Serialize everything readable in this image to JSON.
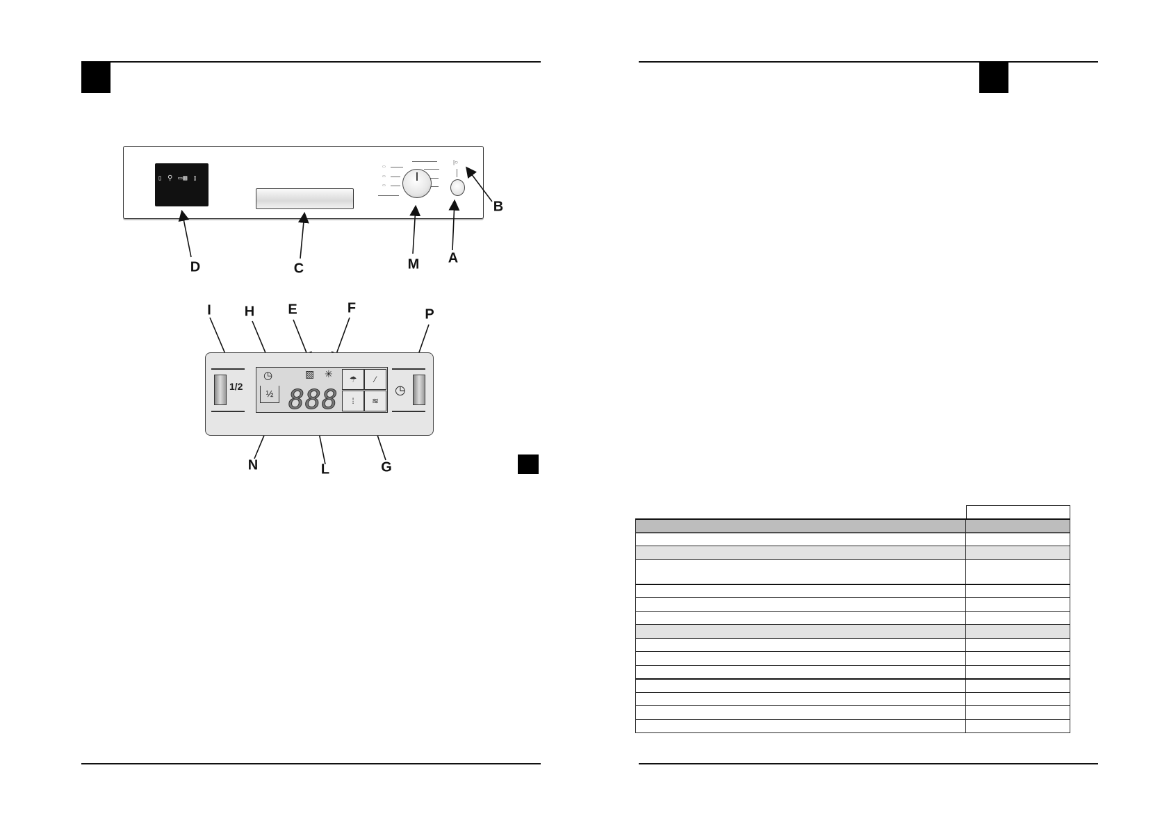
{
  "callouts": {
    "panel": {
      "D": "D",
      "C": "C",
      "M": "M",
      "A": "A",
      "B": "B"
    },
    "display": {
      "I": "I",
      "H": "H",
      "E": "E",
      "F": "F",
      "P": "P",
      "N": "N",
      "L": "L",
      "G": "G"
    }
  },
  "display": {
    "digits": "888",
    "half_load_symbol": "1/2",
    "quads": [
      "☂",
      "⁄",
      "⁞",
      "≋"
    ]
  },
  "mini_display": {
    "glyphs": "▯ ⚲ ▭▦ ▯"
  },
  "table": {
    "rows": [
      {
        "style": "dark"
      },
      {
        "style": "white"
      },
      {
        "style": "light"
      },
      {
        "style": "white-tall"
      },
      {
        "style": "white-thick"
      },
      {
        "style": "white"
      },
      {
        "style": "white"
      },
      {
        "style": "light"
      },
      {
        "style": "white"
      },
      {
        "style": "white"
      },
      {
        "style": "white"
      },
      {
        "style": "white-thick"
      },
      {
        "style": "white"
      },
      {
        "style": "white"
      },
      {
        "style": "white"
      }
    ]
  }
}
